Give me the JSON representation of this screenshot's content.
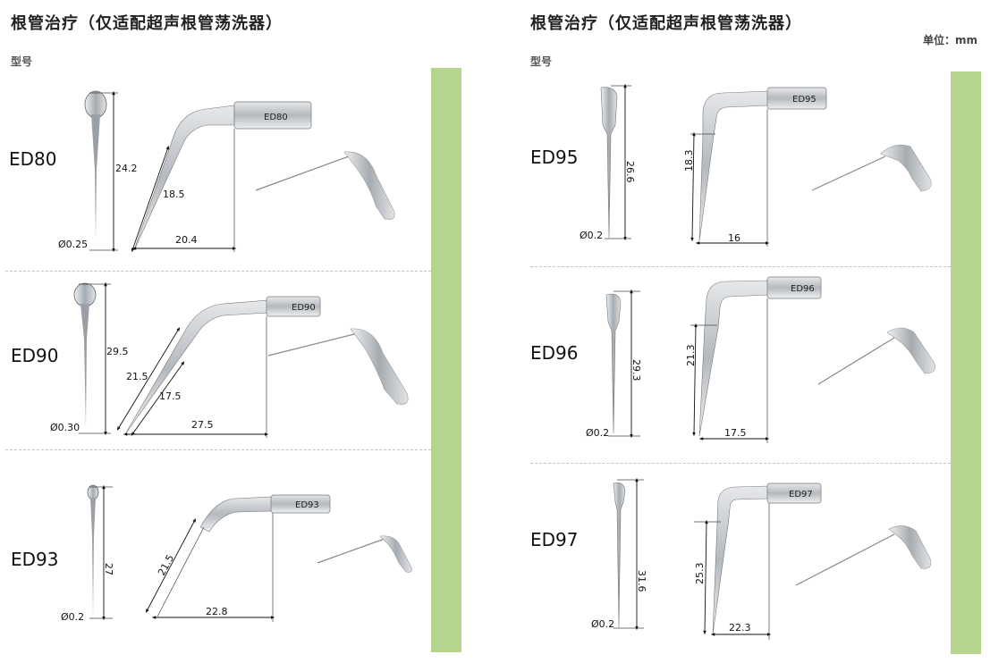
{
  "left": {
    "title": "根管治疗（仅适配超声根管荡洗器）",
    "column_label": "型号",
    "models": [
      {
        "name": "ED80",
        "tip_label": "ED80",
        "length": "24.2",
        "diameter": "Ø0.25",
        "dim_a": "18.5",
        "dim_b": "20.4",
        "dim_c": ""
      },
      {
        "name": "ED90",
        "tip_label": "ED90",
        "length": "29.5",
        "diameter": "Ø0.30",
        "dim_a": "21.5",
        "dim_b": "17.5",
        "dim_c": "27.5"
      },
      {
        "name": "ED93",
        "tip_label": "ED93",
        "length": "27",
        "diameter": "Ø0.2",
        "dim_a": "21.5",
        "dim_b": "22.8",
        "dim_c": ""
      }
    ]
  },
  "right": {
    "title": "根管治疗（仅适配超声根管荡洗器）",
    "column_label": "型号",
    "unit": "单位：mm",
    "models": [
      {
        "name": "ED95",
        "tip_label": "ED95",
        "length": "26.6",
        "diameter": "Ø0.2",
        "dim_a": "18.3",
        "dim_b": "16"
      },
      {
        "name": "ED96",
        "tip_label": "ED96",
        "length": "29.3",
        "diameter": "Ø0.2",
        "dim_a": "21.3",
        "dim_b": "17.5"
      },
      {
        "name": "ED97",
        "tip_label": "ED97",
        "length": "31.6",
        "diameter": "Ø0.2",
        "dim_a": "25.3",
        "dim_b": "22.3"
      }
    ]
  },
  "colors": {
    "accent_bar": "#b5d48e",
    "divider": "#bfc4c8",
    "metal": "#a9aeb3"
  }
}
